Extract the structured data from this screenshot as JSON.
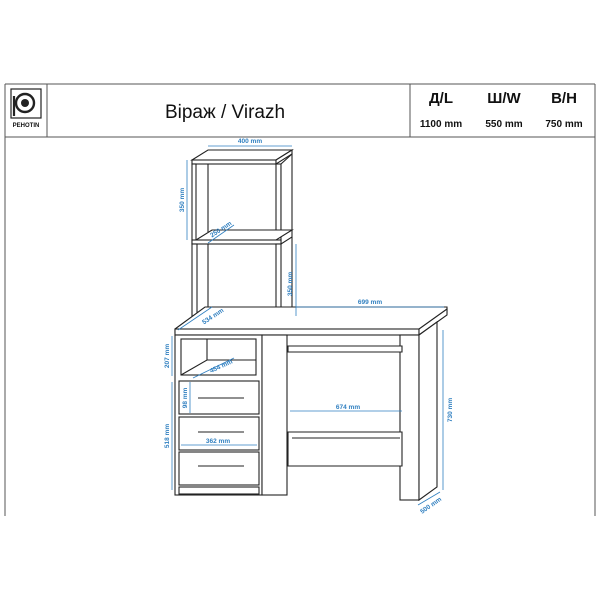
{
  "header": {
    "title": "Віраж / Virazh",
    "logo_text": "PEHOTIN",
    "dimensions": [
      {
        "label": "Д/L",
        "value": "1100 mm"
      },
      {
        "label": "Ш/W",
        "value": "550 mm"
      },
      {
        "label": "В/Н",
        "value": "750 mm"
      }
    ]
  },
  "dimension_labels": {
    "shelf_width": "400 mm",
    "shelf_height": "350 mm",
    "shelf_depth": "250 mm",
    "post_height": "350 mm",
    "table_top_depth_left": "534 mm",
    "table_top_length": "699 mm",
    "niche_height": "207 mm",
    "niche_depth": "454 mm",
    "drawer_height": "98 mm",
    "drawer_block_height": "518 mm",
    "drawer_width": "362 mm",
    "knee_space_width": "674 mm",
    "table_height": "730 mm",
    "table_depth": "500 mm"
  },
  "colors": {
    "dimension_blue": "#2f7fc0",
    "outline": "#222222"
  }
}
